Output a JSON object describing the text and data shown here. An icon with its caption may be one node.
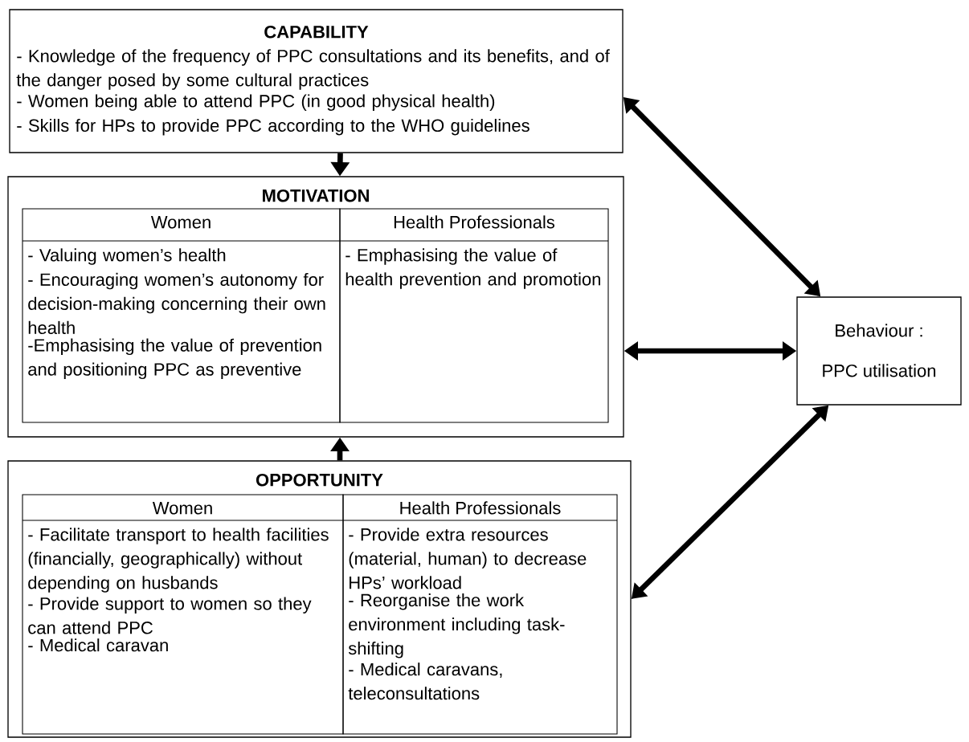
{
  "diagram": {
    "nodes": [
      {
        "text": [
          "CAPABILITY",
          "- Knowledge of the frequency of PPC consultations and its benefits, and of the danger posed by some cultural practices",
          "- Women being able to attend PPC (in good physical health)",
          "- Skills for HPs to provide PPC according to the WHO guidelines"
        ]
      },
      {
        "text": [
          "MOTIVATION"
        ]
      },
      {
        "text": [
          "Women",
          "- Valuing women’s health",
          "- Encouraging women’s autonomy for decision-making concerning their own health",
          "-Emphasising the value of prevention and positioning PPC as preventive"
        ],
        "in": 1
      },
      {
        "text": [
          "Health Professionals",
          "- Emphasising the value of health prevention and promotion"
        ],
        "in": 1
      },
      {
        "text": [
          "OPPORTUNITY"
        ]
      },
      {
        "text": [
          "Women",
          "- Facilitate transport to health facilities (financially, geographically) without depending on husbands",
          "- Provide support to women so they can attend PPC",
          "- Medical caravan"
        ],
        "in": 4
      },
      {
        "text": [
          "Health Professionals",
          "- Provide extra resources (material, human) to decrease HPs’ workload",
          "- Reorganise the work environment including task-shifting",
          "- Medical caravans, teleconsultations"
        ],
        "in": 4
      },
      {
        "text": [
          "Behaviour :",
          "PPC utilisation"
        ]
      }
    ],
    "edges": [
      {
        "from": 0,
        "to": 1,
        "arrow": "to"
      },
      {
        "from": 4,
        "to": 1,
        "arrow": "to"
      },
      {
        "from": 0,
        "to": 7,
        "arrow": "both"
      },
      {
        "from": 1,
        "to": 7,
        "arrow": "both"
      },
      {
        "from": 4,
        "to": 7,
        "arrow": "both"
      }
    ]
  }
}
